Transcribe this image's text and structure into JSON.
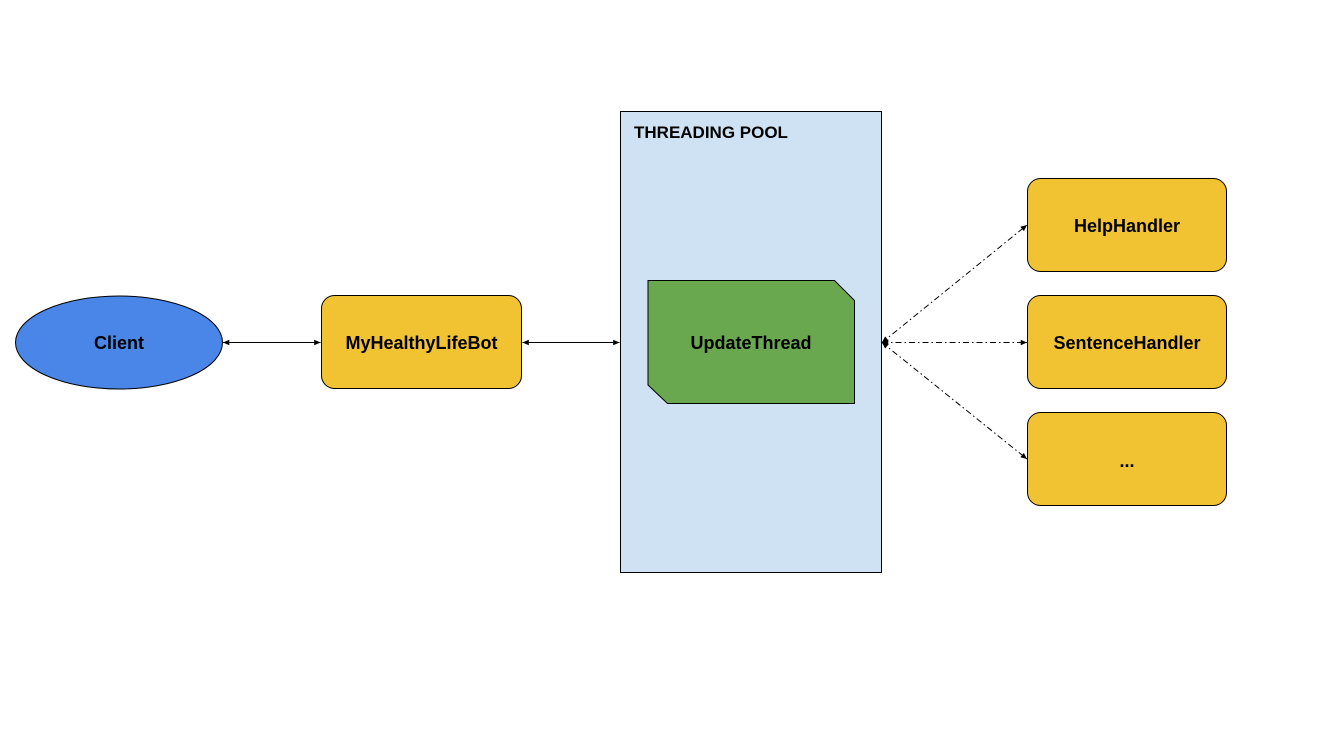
{
  "colors": {
    "client_fill": "#4a86e8",
    "box_fill": "#f1c232",
    "pool_fill": "#cfe2f3",
    "thread_fill": "#6aa84f",
    "stroke": "#000000"
  },
  "client": {
    "label": "Client"
  },
  "bot": {
    "label": "MyHealthyLifeBot"
  },
  "pool": {
    "label": "THREADING POOL",
    "thread": {
      "label": "UpdateThread"
    }
  },
  "handlers": [
    {
      "label": "HelpHandler"
    },
    {
      "label": "SentenceHandler"
    },
    {
      "label": "..."
    }
  ],
  "connectors": [
    {
      "from": "Client",
      "to": "MyHealthyLifeBot",
      "style": "solid",
      "arrows": "both"
    },
    {
      "from": "MyHealthyLifeBot",
      "to": "THREADING POOL",
      "style": "solid",
      "arrows": "both"
    },
    {
      "from": "THREADING POOL",
      "to": "HelpHandler",
      "style": "dash-dot",
      "arrows": "both"
    },
    {
      "from": "THREADING POOL",
      "to": "SentenceHandler",
      "style": "dash-dot",
      "arrows": "both"
    },
    {
      "from": "THREADING POOL",
      "to": "...",
      "style": "dash-dot",
      "arrows": "both"
    }
  ]
}
